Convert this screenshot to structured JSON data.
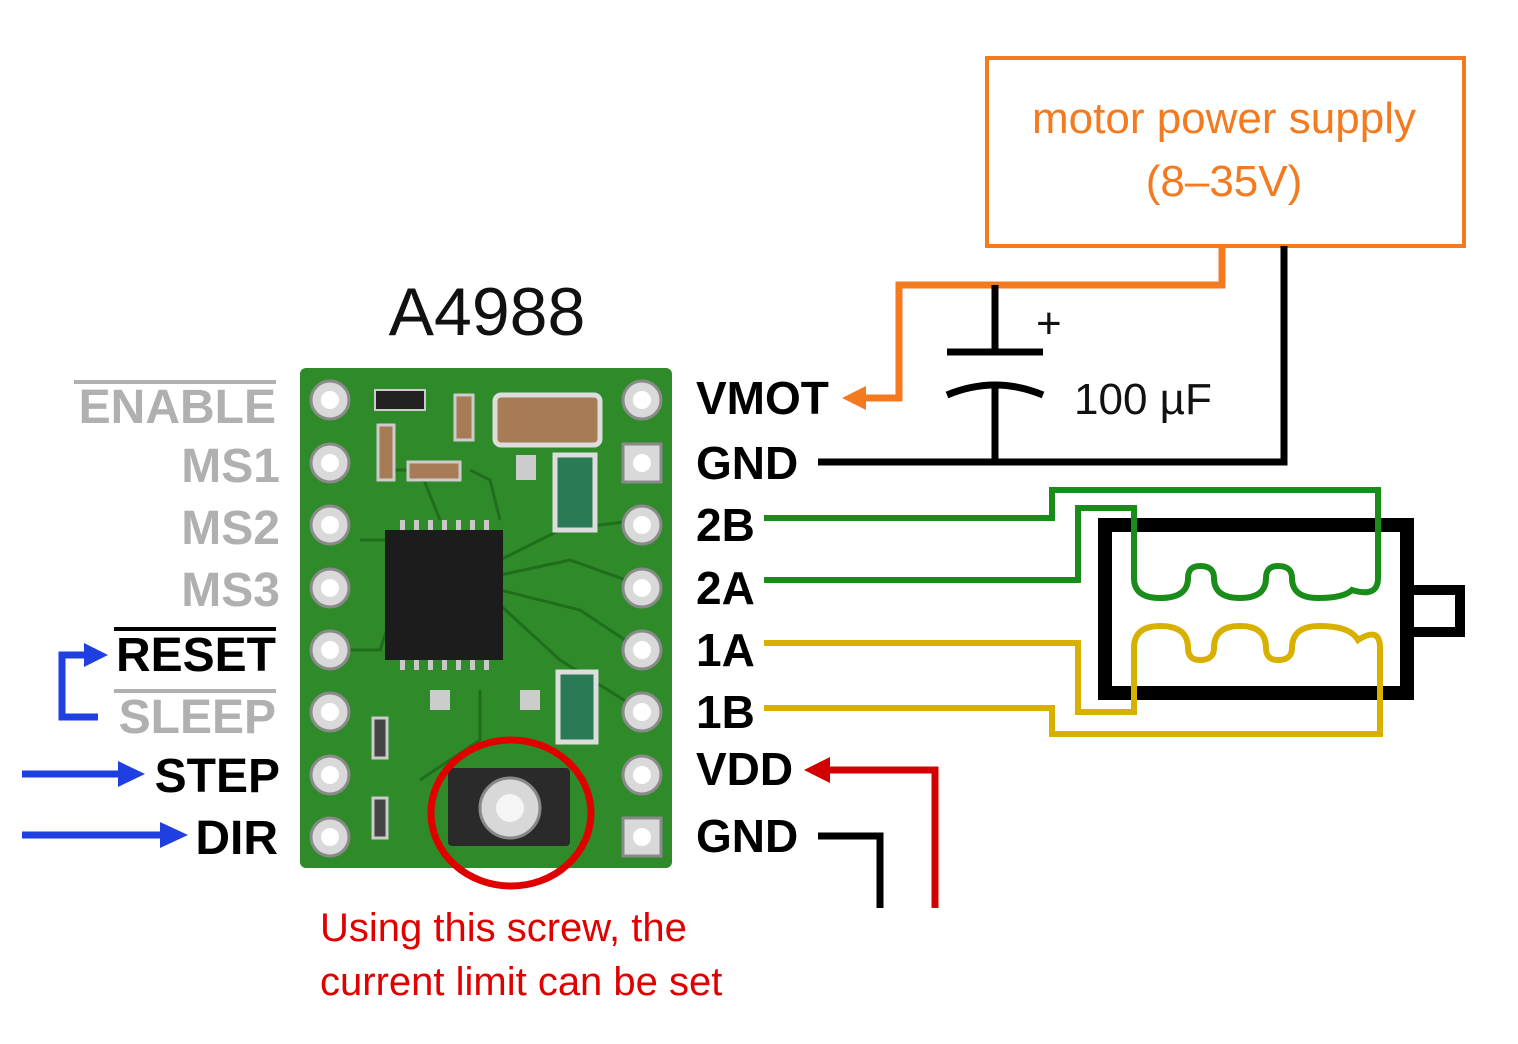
{
  "diagram": {
    "board_title": "A4988",
    "supply": {
      "line1": "motor power supply",
      "line2": "(8–35V)"
    },
    "capacitor": {
      "value": "100 µF",
      "polarity": "+"
    },
    "left_pins": [
      {
        "label": "ENABLE",
        "overline": true,
        "active": false
      },
      {
        "label": "MS1",
        "overline": false,
        "active": false
      },
      {
        "label": "MS2",
        "overline": false,
        "active": false
      },
      {
        "label": "MS3",
        "overline": false,
        "active": false
      },
      {
        "label": "RESET",
        "overline": true,
        "active": true
      },
      {
        "label": "SLEEP",
        "overline": true,
        "active": false
      },
      {
        "label": "STEP",
        "overline": false,
        "active": true
      },
      {
        "label": "DIR",
        "overline": false,
        "active": true
      }
    ],
    "right_pins": [
      "VMOT",
      "GND",
      "2B",
      "2A",
      "1A",
      "1B",
      "VDD",
      "GND"
    ],
    "annotation": {
      "line1": "Using this screw, the",
      "line2": "current limit can be set"
    },
    "colors": {
      "motor_power": "#f47a20",
      "ground": "#000000",
      "coil_2": "#1a8c1a",
      "coil_1": "#d8b000",
      "logic_power": "#d40000",
      "signal": "#1f3fe0",
      "inactive_label": "#b0b0b0",
      "board_green": "#2f8a2a",
      "annotation_red": "#e00000"
    }
  }
}
